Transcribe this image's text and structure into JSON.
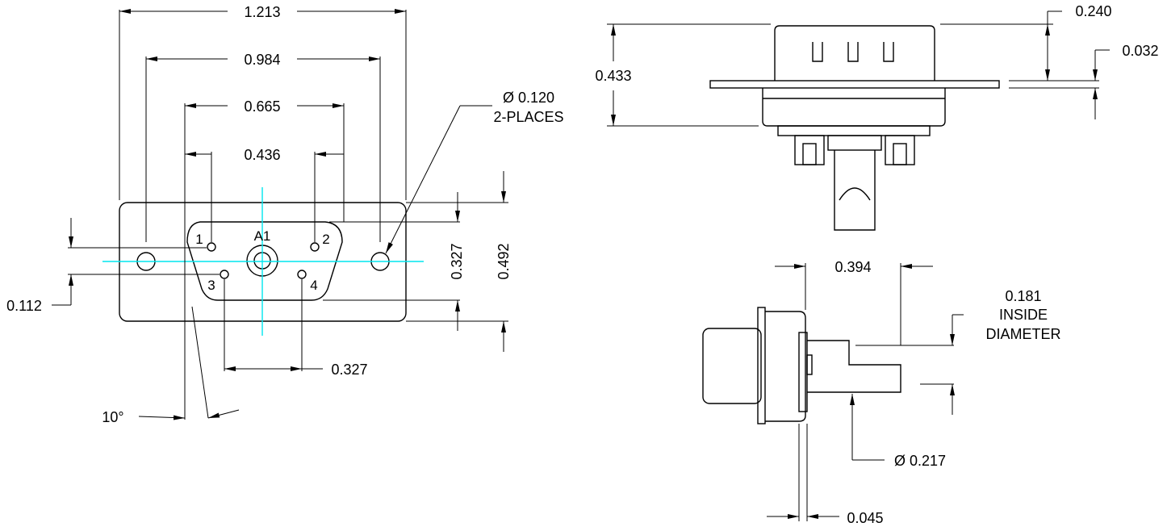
{
  "front_view": {
    "dims": {
      "overall_width": "1.213",
      "mount_hole_spacing": "0.984",
      "shell_outer_width": "0.665",
      "shell_inner_width": "0.436",
      "contact_spacing": "0.327",
      "shell_height": "0.327",
      "flange_height": "0.492",
      "row_offset": "0.112",
      "taper_angle": "10°"
    },
    "hole_note": [
      "Ø 0.120",
      "2-PLACES"
    ],
    "contact_labels": {
      "coax": "A1",
      "pin1": "1",
      "pin2": "2",
      "pin3": "3",
      "pin4": "4"
    }
  },
  "top_view": {
    "dims": {
      "overall_height": "0.433",
      "shell_height": "0.240",
      "flange_thickness": "0.032"
    }
  },
  "side_view": {
    "dims": {
      "pin_length": "0.394",
      "inside_diameter": [
        "0.181",
        "INSIDE",
        "DIAMETER"
      ],
      "outer_diameter": "Ø 0.217",
      "flange_offset": "0.045"
    }
  },
  "colors": {
    "line": "#000000",
    "centerline": "#00e5ee",
    "background": "#ffffff"
  }
}
